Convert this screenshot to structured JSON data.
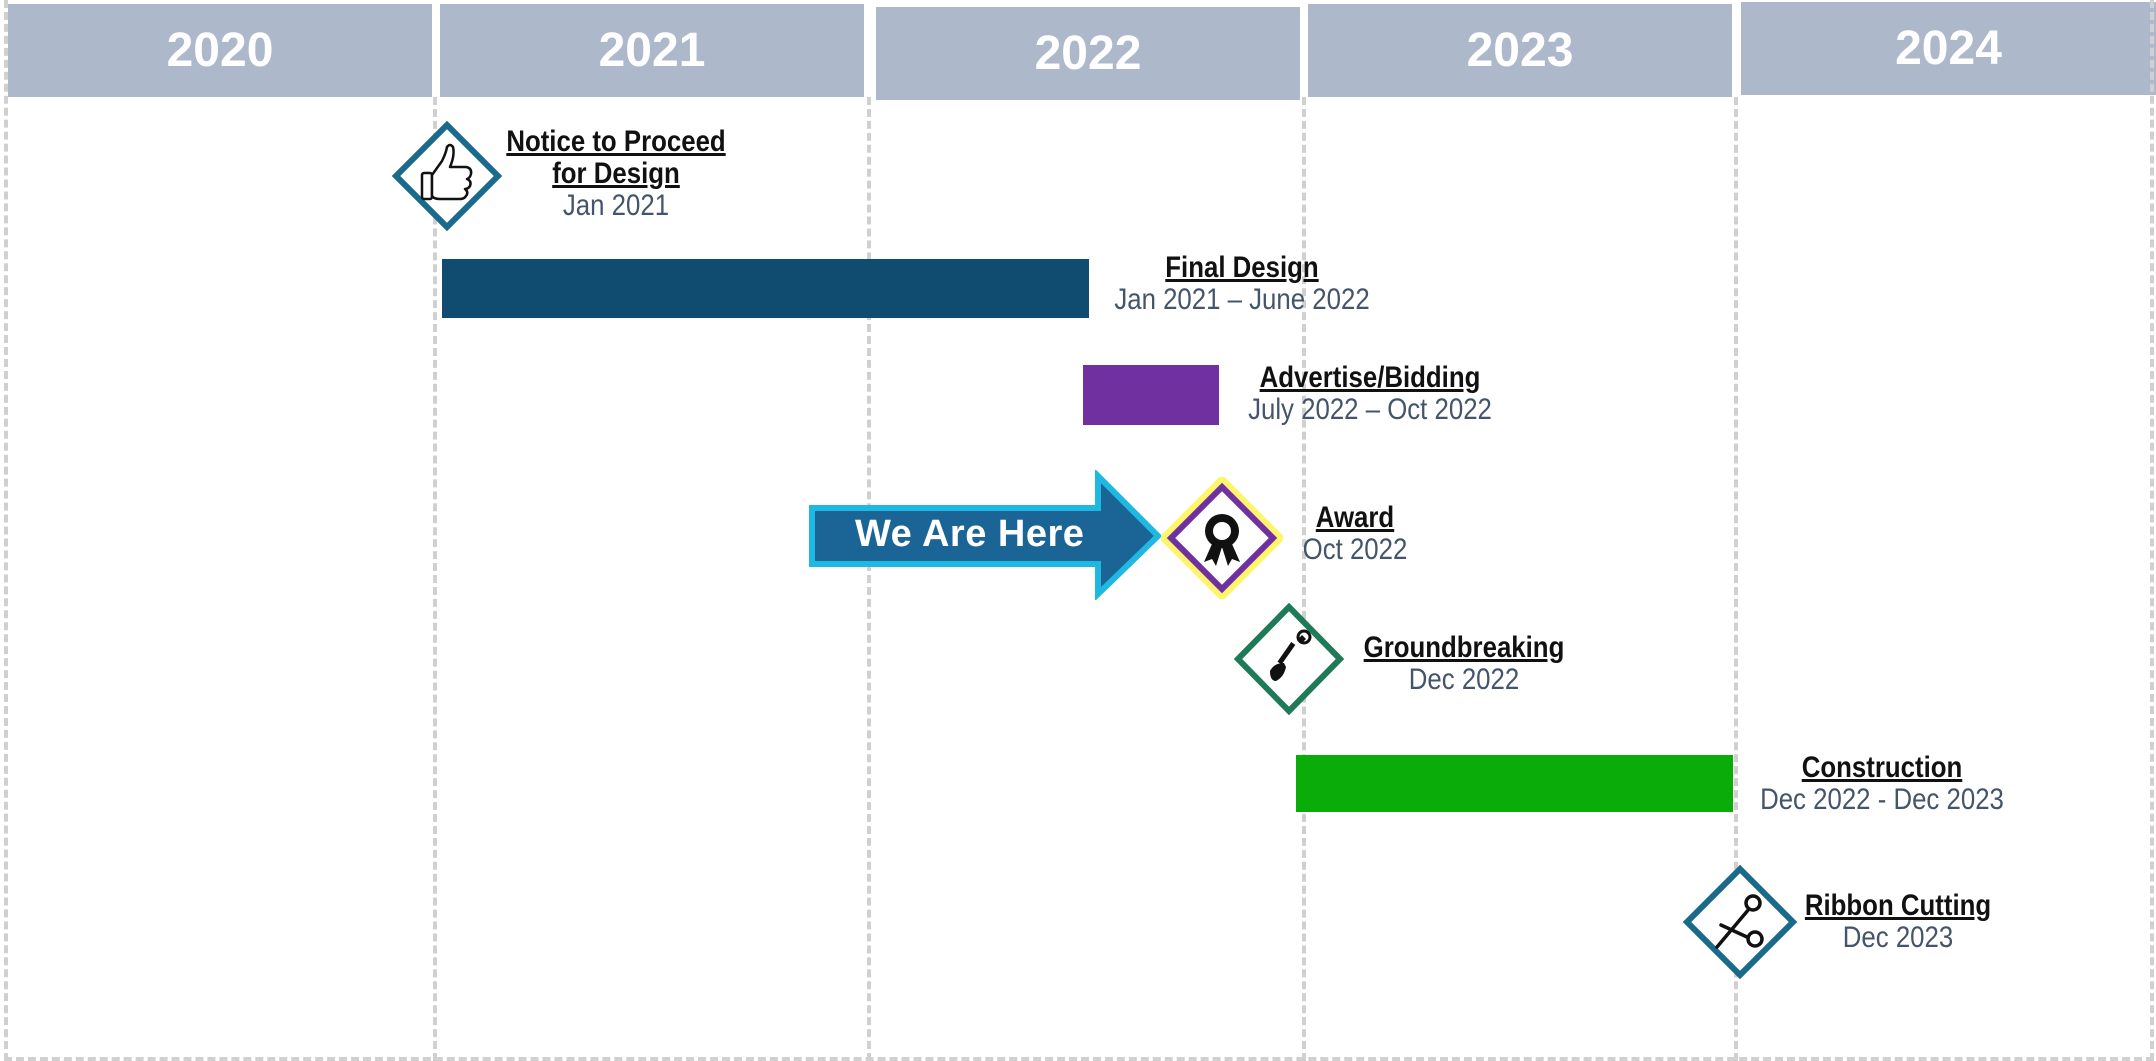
{
  "years": [
    "2020",
    "2021",
    "2022",
    "2023",
    "2024"
  ],
  "milestones": [
    {
      "title_lines": [
        "Notice to Proceed",
        "for Design"
      ],
      "date": "Jan 2021",
      "icon": "thumbs-up-icon",
      "color": "#1a6a8c"
    },
    {
      "title_lines": [
        "Award"
      ],
      "date": "Oct 2022",
      "icon": "award-ribbon-icon",
      "color": "#7030a0"
    },
    {
      "title_lines": [
        "Groundbreaking"
      ],
      "date": "Dec 2022",
      "icon": "shovel-icon",
      "color": "#1f7a58"
    },
    {
      "title_lines": [
        "Ribbon Cutting"
      ],
      "date": "Dec 2023",
      "icon": "scissors-icon",
      "color": "#1a6a8c"
    }
  ],
  "phases": [
    {
      "title": "Final Design",
      "date": "Jan 2021 – June 2022",
      "color": "#0f4c6f"
    },
    {
      "title": "Advertise/Bidding",
      "date": "July 2022 – Oct 2022",
      "color": "#7030a0"
    },
    {
      "title": "Construction",
      "date": "Dec 2022 - Dec 2023",
      "color": "#0aac0a"
    }
  ],
  "current_marker": {
    "label": "We Are Here",
    "fill": "#1a6496",
    "border": "#1fb8e0"
  }
}
